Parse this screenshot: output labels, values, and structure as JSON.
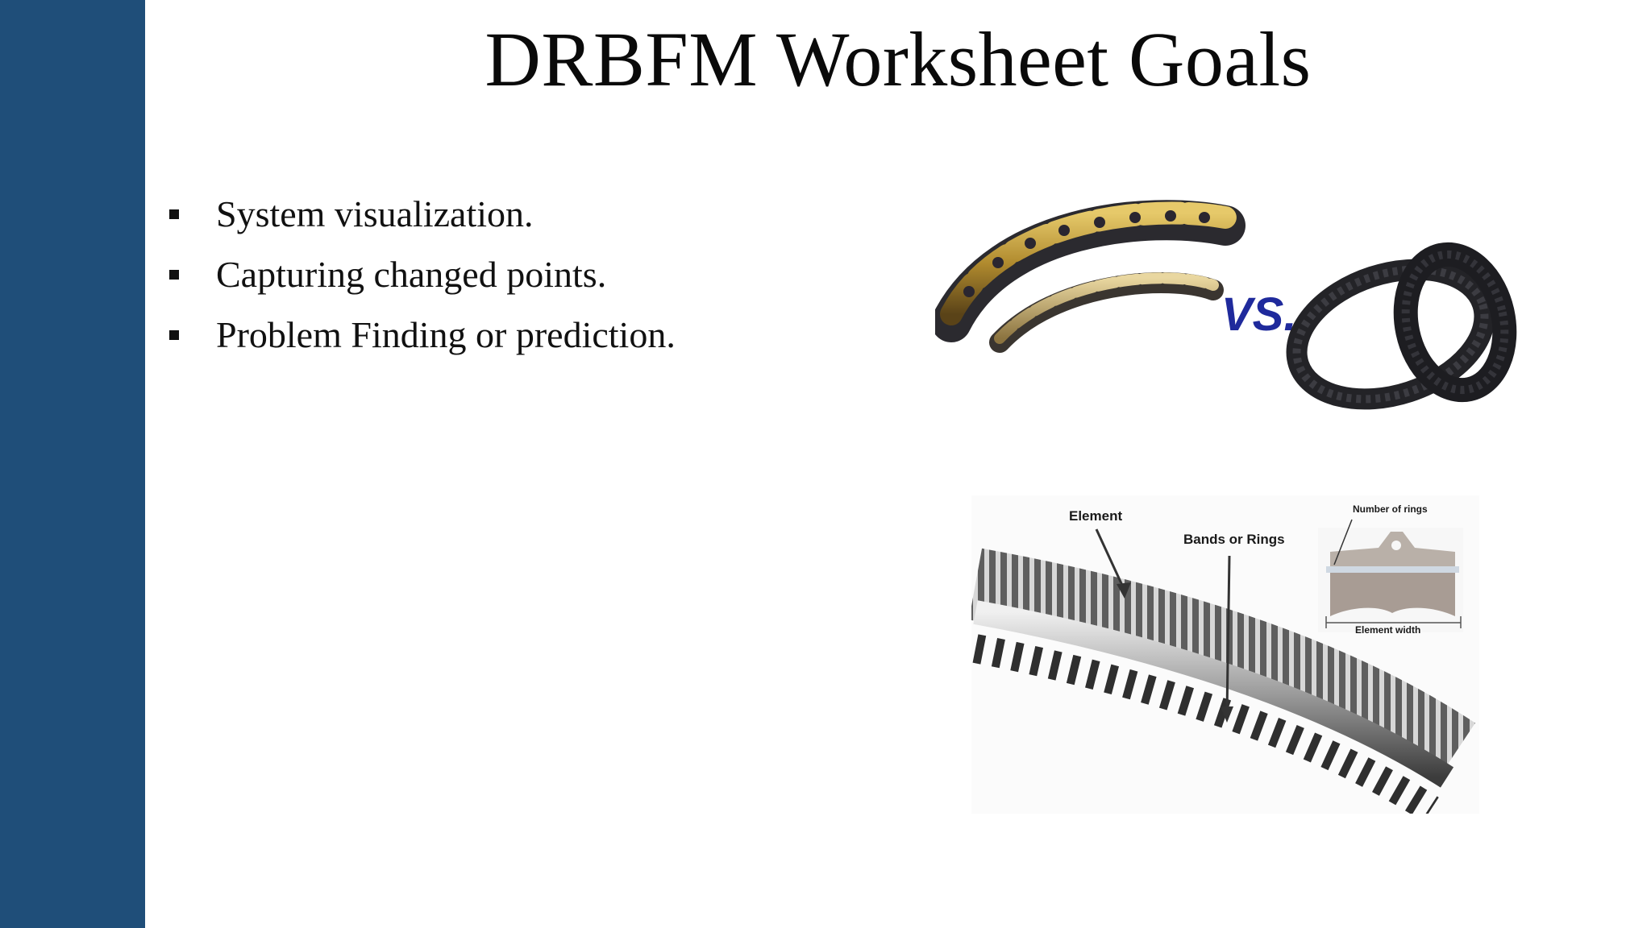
{
  "slide": {
    "title": "DRBFM Worksheet Goals",
    "bullets": [
      "System visualization.",
      "Capturing changed points.",
      "Problem Finding or prediction."
    ]
  },
  "chain_vs_belt_image": {
    "vs_text": "VS."
  },
  "cvt_belt_image": {
    "label_element": "Element",
    "label_bands": "Bands or Rings",
    "label_rings": "Number of rings",
    "label_width": "Element width"
  },
  "colors": {
    "sidebar": "#1f4e79",
    "vs_text": "#1f2a9c"
  }
}
